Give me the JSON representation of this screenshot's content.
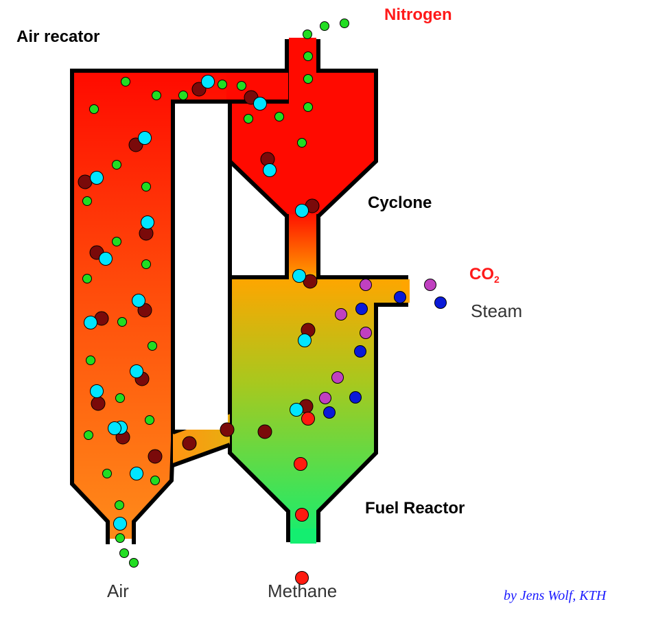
{
  "labels": {
    "air_reactor": "Air recator",
    "nitrogen": "Nitrogen",
    "cyclone": "Cyclone",
    "co2_main": "CO",
    "co2_sub": "2",
    "steam": "Steam",
    "fuel_reactor": "Fuel Reactor",
    "air": "Air",
    "methane": "Methane",
    "credit": "by Jens Wolf,  KTH"
  },
  "colors": {
    "outline": "#000000",
    "air_reactor_top": "#ff0a00",
    "air_reactor_bottom": "#ff8c1a",
    "fuel_reactor_top": "#ffa500",
    "fuel_reactor_bottom": "#14ee70",
    "nitrogen_particle": "#22dd22",
    "oxidized_carrier": "#00e5ff",
    "reduced_carrier": "#7a0a0a",
    "co2_particle": "#c040c0",
    "steam_particle": "#0a1ad8",
    "methane_particle": "#ff1a10",
    "label_red": "#ff1a1a",
    "credit_blue": "#1a1aff"
  },
  "particle_types": [
    "nitrogen",
    "oxidized-carrier",
    "reduced-carrier",
    "co2",
    "steam",
    "methane"
  ]
}
